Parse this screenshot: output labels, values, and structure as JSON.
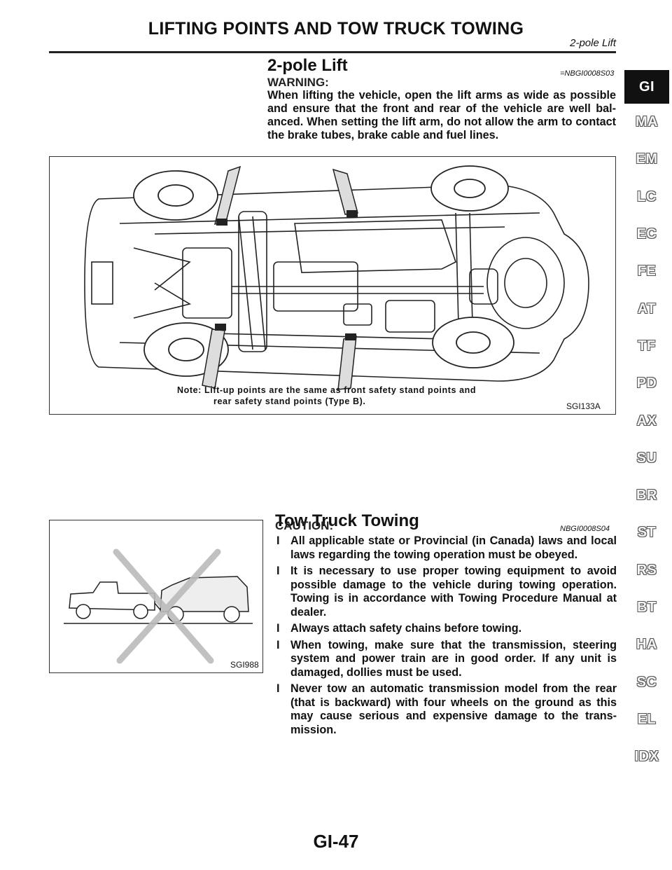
{
  "header": {
    "title": "LIFTING POINTS AND TOW TRUCK TOWING",
    "subtitle": "2-pole Lift"
  },
  "section_lift": {
    "title": "2-pole Lift",
    "code": "=NBGI0008S03",
    "warning_label": "WARNING:",
    "warning_text": "When lifting the vehicle, open the lift arms as wide as possible and ensure that the front and rear of the vehicle are well bal-anced. When setting the lift arm, do not allow the arm to contact the brake tubes, brake cable and fuel lines."
  },
  "figure_lift": {
    "note_line1": "Note: Lift-up points are the same as front safety stand points and",
    "note_line2": "rear safety stand points (Type B).",
    "id": "SGI133A"
  },
  "figure_tow": {
    "id": "SGI988"
  },
  "section_tow": {
    "title": "Tow Truck Towing",
    "code": "NBGI0008S04",
    "caution_label": "CAUTION:",
    "bullet_mark": "I",
    "bullets": [
      "All applicable state or Provincial (in Canada) laws and local laws regarding the towing operation must be obeyed.",
      "It is necessary to use proper towing equipment to avoid possible damage to the vehicle during towing operation. Towing is in accordance with Towing Procedure Manual at dealer.",
      "Always attach safety chains before towing.",
      "When towing, make sure that the transmission, steering system and power train are in good order. If any unit is damaged, dollies must be used.",
      "Never tow an automatic transmission model from the rear (that is backward) with four wheels on the ground as this may cause serious and expensive damage to the trans-mission."
    ]
  },
  "side_tabs": [
    "GI",
    "MA",
    "EM",
    "LC",
    "EC",
    "FE",
    "AT",
    "TF",
    "PD",
    "AX",
    "SU",
    "BR",
    "ST",
    "RS",
    "BT",
    "HA",
    "SC",
    "EL",
    "IDX"
  ],
  "footer": {
    "page_number": "GI-47"
  }
}
